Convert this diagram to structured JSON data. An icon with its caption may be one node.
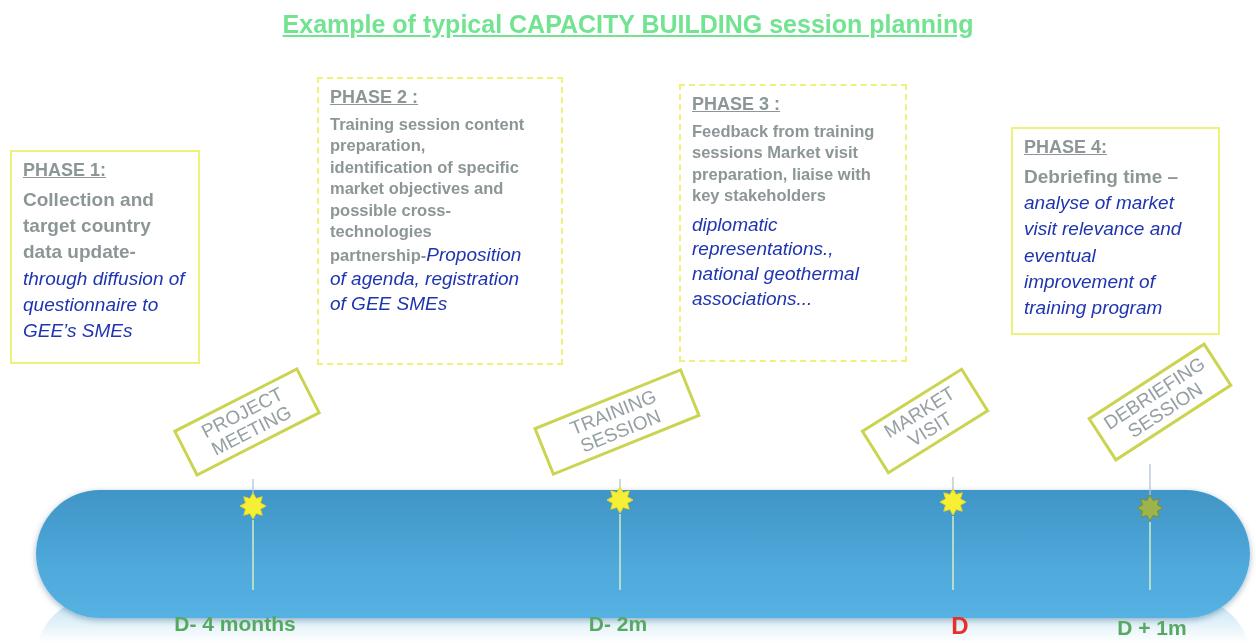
{
  "diagram": {
    "title": "Example of typical CAPACITY BUILDING session planning",
    "nodes": [
      {
        "text": [
          "PHASE 1:",
          "Collection and target country data update-*through diffusion of questionnaire to GEE’s SMEs*"
        ]
      },
      {
        "text": [
          "PHASE 2 :",
          "Training session content preparation, identification of specific market objectives and possible cross-technologies partnership-*Proposition of agenda, registration of GEE SMEs*"
        ]
      },
      {
        "text": [
          "PHASE 3 :",
          "Feedback from training sessions Market visit preparation, liaise with key stakeholders",
          "*diplomatic representations., national geothermal associations...*"
        ]
      },
      {
        "text": [
          "PHASE 4:",
          "Debriefing time – *analyse of market visit relevance and eventual improvement of training program*"
        ]
      },
      {
        "text": [
          "PROJECT MEETING"
        ]
      },
      {
        "text": [
          "TRAINING SESSION"
        ]
      },
      {
        "text": [
          "MARKET VISIT"
        ]
      },
      {
        "text": [
          "DEBRIEFING SESSION"
        ]
      },
      {
        "text": [],
        "shape": "star"
      },
      {
        "text": [],
        "shape": "star"
      },
      {
        "text": [],
        "shape": "star"
      },
      {
        "text": [],
        "shape": "star"
      }
    ],
    "edges": [
      {
        "from": 4,
        "to": 8,
        "arrow": "none"
      },
      {
        "from": 5,
        "to": 9,
        "arrow": "none"
      },
      {
        "from": 6,
        "to": 10,
        "arrow": "none"
      },
      {
        "from": 7,
        "to": 11,
        "arrow": "none"
      }
    ],
    "labels": [
      "D- 4 months",
      "D- 2m",
      "D",
      "D + 1m"
    ]
  }
}
